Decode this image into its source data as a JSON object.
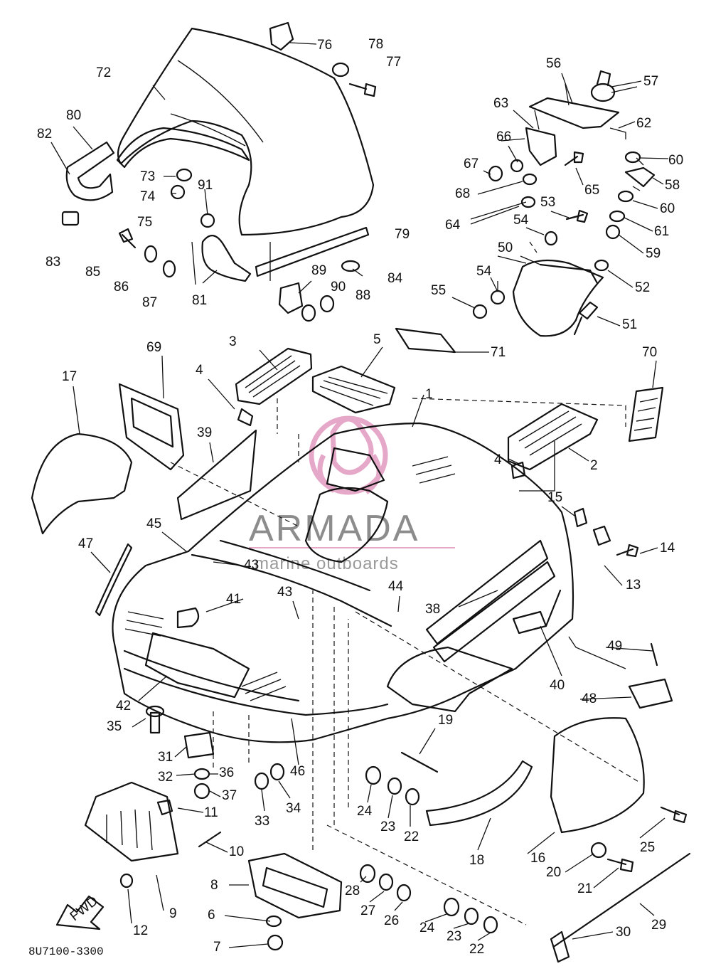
{
  "diagram": {
    "drawing_code": "8U7100-3300",
    "fwd_arrow": "FWD",
    "watermark": {
      "title": "ARMADA",
      "subtitle": "marine outboards"
    }
  },
  "callouts": [
    {
      "id": "c1",
      "text": "1"
    },
    {
      "id": "c2",
      "text": "2"
    },
    {
      "id": "c3",
      "text": "3"
    },
    {
      "id": "c4a",
      "text": "4"
    },
    {
      "id": "c4b",
      "text": "4"
    },
    {
      "id": "c5",
      "text": "5"
    },
    {
      "id": "c6",
      "text": "6"
    },
    {
      "id": "c7",
      "text": "7"
    },
    {
      "id": "c8",
      "text": "8"
    },
    {
      "id": "c9",
      "text": "9"
    },
    {
      "id": "c10",
      "text": "10"
    },
    {
      "id": "c11",
      "text": "11"
    },
    {
      "id": "c12",
      "text": "12"
    },
    {
      "id": "c13",
      "text": "13"
    },
    {
      "id": "c14",
      "text": "14"
    },
    {
      "id": "c15",
      "text": "15"
    },
    {
      "id": "c16",
      "text": "16"
    },
    {
      "id": "c17",
      "text": "17"
    },
    {
      "id": "c18",
      "text": "18"
    },
    {
      "id": "c19",
      "text": "19"
    },
    {
      "id": "c20",
      "text": "20"
    },
    {
      "id": "c21",
      "text": "21"
    },
    {
      "id": "c22a",
      "text": "22"
    },
    {
      "id": "c22b",
      "text": "22"
    },
    {
      "id": "c23a",
      "text": "23"
    },
    {
      "id": "c23b",
      "text": "23"
    },
    {
      "id": "c24a",
      "text": "24"
    },
    {
      "id": "c24b",
      "text": "24"
    },
    {
      "id": "c25",
      "text": "25"
    },
    {
      "id": "c26",
      "text": "26"
    },
    {
      "id": "c27",
      "text": "27"
    },
    {
      "id": "c28",
      "text": "28"
    },
    {
      "id": "c29",
      "text": "29"
    },
    {
      "id": "c30",
      "text": "30"
    },
    {
      "id": "c31",
      "text": "31"
    },
    {
      "id": "c32",
      "text": "32"
    },
    {
      "id": "c33",
      "text": "33"
    },
    {
      "id": "c34",
      "text": "34"
    },
    {
      "id": "c35",
      "text": "35"
    },
    {
      "id": "c36",
      "text": "36"
    },
    {
      "id": "c37",
      "text": "37"
    },
    {
      "id": "c38",
      "text": "38"
    },
    {
      "id": "c39",
      "text": "39"
    },
    {
      "id": "c40",
      "text": "40"
    },
    {
      "id": "c41",
      "text": "41"
    },
    {
      "id": "c42",
      "text": "42"
    },
    {
      "id": "c43a",
      "text": "43"
    },
    {
      "id": "c43b",
      "text": "43"
    },
    {
      "id": "c44",
      "text": "44"
    },
    {
      "id": "c45",
      "text": "45"
    },
    {
      "id": "c46",
      "text": "46"
    },
    {
      "id": "c47",
      "text": "47"
    },
    {
      "id": "c48",
      "text": "48"
    },
    {
      "id": "c49",
      "text": "49"
    },
    {
      "id": "c50",
      "text": "50"
    },
    {
      "id": "c51",
      "text": "51"
    },
    {
      "id": "c52",
      "text": "52"
    },
    {
      "id": "c53",
      "text": "53"
    },
    {
      "id": "c54a",
      "text": "54"
    },
    {
      "id": "c54b",
      "text": "54"
    },
    {
      "id": "c55",
      "text": "55"
    },
    {
      "id": "c56",
      "text": "56"
    },
    {
      "id": "c57",
      "text": "57"
    },
    {
      "id": "c58",
      "text": "58"
    },
    {
      "id": "c59",
      "text": "59"
    },
    {
      "id": "c60a",
      "text": "60"
    },
    {
      "id": "c60b",
      "text": "60"
    },
    {
      "id": "c61",
      "text": "61"
    },
    {
      "id": "c62",
      "text": "62"
    },
    {
      "id": "c63",
      "text": "63"
    },
    {
      "id": "c64",
      "text": "64"
    },
    {
      "id": "c65",
      "text": "65"
    },
    {
      "id": "c66",
      "text": "66"
    },
    {
      "id": "c67",
      "text": "67"
    },
    {
      "id": "c68",
      "text": "68"
    },
    {
      "id": "c69",
      "text": "69"
    },
    {
      "id": "c70",
      "text": "70"
    },
    {
      "id": "c71",
      "text": "71"
    },
    {
      "id": "c72",
      "text": "72"
    },
    {
      "id": "c73",
      "text": "73"
    },
    {
      "id": "c74",
      "text": "74"
    },
    {
      "id": "c75",
      "text": "75"
    },
    {
      "id": "c76",
      "text": "76"
    },
    {
      "id": "c77",
      "text": "77"
    },
    {
      "id": "c78",
      "text": "78"
    },
    {
      "id": "c79",
      "text": "79"
    },
    {
      "id": "c80",
      "text": "80"
    },
    {
      "id": "c81",
      "text": "81"
    },
    {
      "id": "c82",
      "text": "82"
    },
    {
      "id": "c83",
      "text": "83"
    },
    {
      "id": "c84",
      "text": "84"
    },
    {
      "id": "c85",
      "text": "85"
    },
    {
      "id": "c86",
      "text": "86"
    },
    {
      "id": "c87",
      "text": "87"
    },
    {
      "id": "c88",
      "text": "88"
    },
    {
      "id": "c89",
      "text": "89"
    },
    {
      "id": "c90",
      "text": "90"
    },
    {
      "id": "c91",
      "text": "91"
    }
  ]
}
